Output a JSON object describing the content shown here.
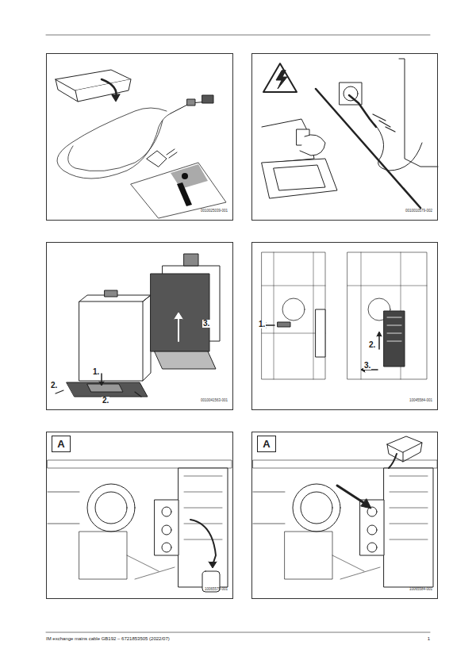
{
  "diagram": {
    "nodes": [
      {
        "text": [
          "0010025039-001"
        ]
      },
      {
        "text": [
          "0010010579-002"
        ]
      },
      {
        "text": [
          "0010041563-001"
        ]
      },
      {
        "text": [
          "10045584-001"
        ]
      },
      {
        "text": [
          "10065575-001"
        ]
      },
      {
        "text": [
          "A"
        ],
        "in": 4
      },
      {
        "text": [
          "10065584-001"
        ]
      },
      {
        "text": [
          "A"
        ],
        "in": 6
      }
    ],
    "labels": [
      "1.",
      "2.",
      "2.",
      "3.",
      "1.",
      "2.",
      "3.",
      "IM exchange mains cable GB192 – 6721853505 (2022/07)",
      "1"
    ]
  }
}
